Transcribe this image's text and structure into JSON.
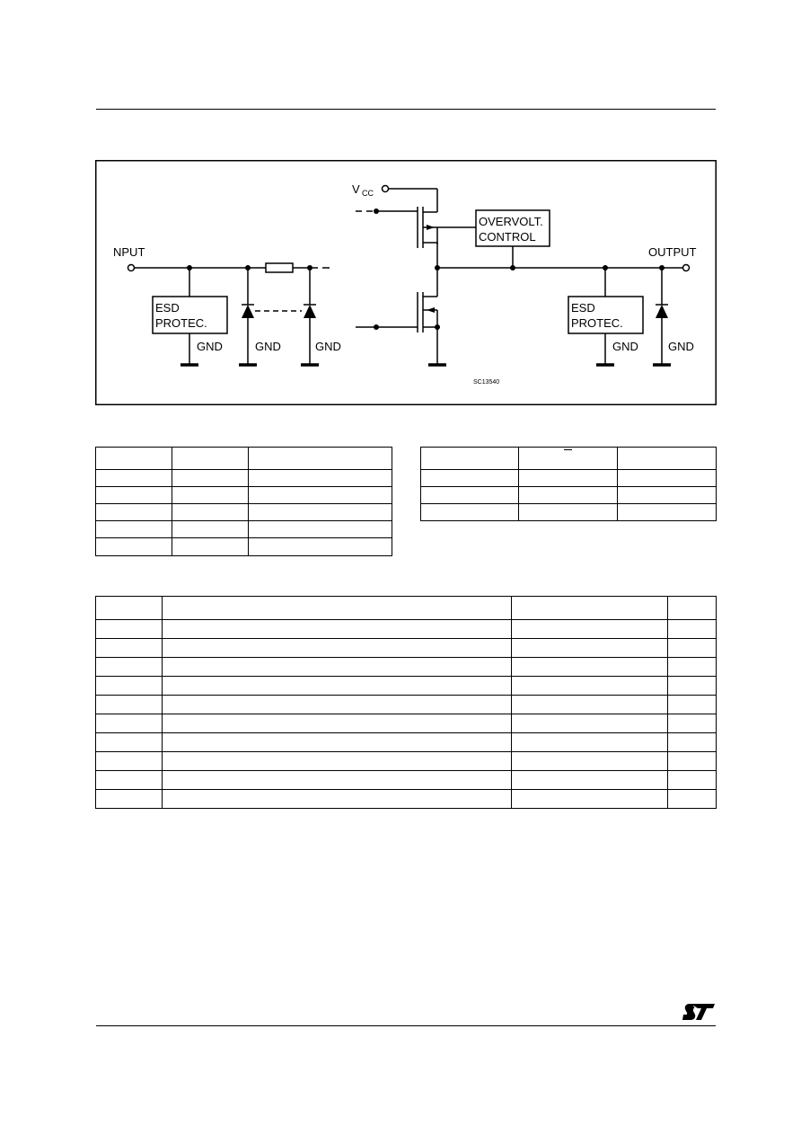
{
  "schematic": {
    "vcc_label": "V",
    "vcc_sub": "CC",
    "input_label": "NPUT",
    "output_label": "OUTPUT",
    "overvolt_line1": "OVERVOLT.",
    "overvolt_line2": "CONTROL",
    "esd_left_line1": "ESD",
    "esd_left_line2": "PROTEC.",
    "esd_right_line1": "ESD",
    "esd_right_line2": "PROTEC.",
    "gnd1": "GND",
    "gnd2": "GND",
    "gnd3": "GND",
    "gnd4": "GND",
    "gnd5": "GND",
    "figure_code": "SC13540"
  },
  "tables": {
    "left_small": {
      "rows": 6,
      "cols": 3
    },
    "right_small": {
      "rows": 4,
      "cols": 3
    },
    "large": {
      "rows": 11,
      "cols": 4
    }
  }
}
